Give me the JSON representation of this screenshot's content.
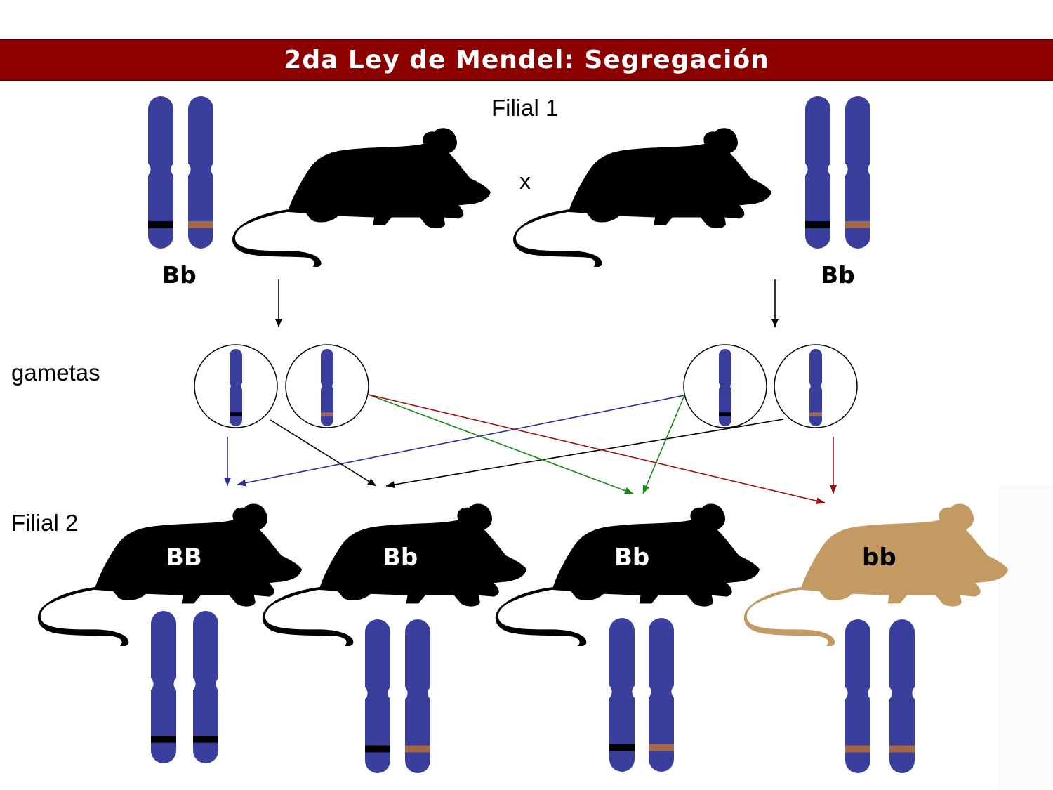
{
  "title": "2da Ley de Mendel: Segregación",
  "colors": {
    "banner": "#8c0000",
    "chromosome": "#3a3f9e",
    "dominant_band": "#000000",
    "recessive_band": "#a3674a",
    "black_mouse": "#000000",
    "brown_mouse": "#c49a63",
    "arrow_blue": "#2b2f9c",
    "arrow_black": "#000000",
    "arrow_green": "#1a8a1a",
    "arrow_red": "#9c1010"
  },
  "labels": {
    "filial1": "Filial 1",
    "cross": "x",
    "gametes": "gametas",
    "filial2": "Filial 2"
  },
  "parents": [
    {
      "genotype": "Bb",
      "alleles": [
        "B",
        "b"
      ],
      "phenotype": "black"
    },
    {
      "genotype": "Bb",
      "alleles": [
        "B",
        "b"
      ],
      "phenotype": "black"
    }
  ],
  "gametes": [
    {
      "allele": "B"
    },
    {
      "allele": "b"
    },
    {
      "allele": "B"
    },
    {
      "allele": "b"
    }
  ],
  "offspring": [
    {
      "genotype": "BB",
      "alleles": [
        "B",
        "B"
      ],
      "phenotype": "black"
    },
    {
      "genotype": "Bb",
      "alleles": [
        "B",
        "b"
      ],
      "phenotype": "black"
    },
    {
      "genotype": "Bb",
      "alleles": [
        "B",
        "b"
      ],
      "phenotype": "black"
    },
    {
      "genotype": "bb",
      "alleles": [
        "b",
        "b"
      ],
      "phenotype": "brown"
    }
  ]
}
